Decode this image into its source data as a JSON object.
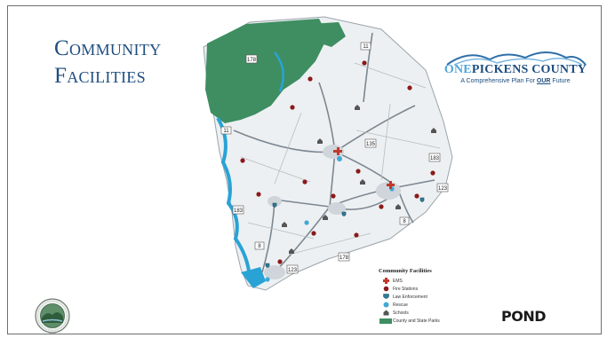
{
  "slide": {
    "title_line1": "Community",
    "title_line2": "Facilities"
  },
  "logo": {
    "name_one": "ONE",
    "name_rest": "PICKENS COUNTY",
    "tagline_start": "A Comprehensive Plan For ",
    "tagline_our": "OUR",
    "tagline_end": " Future"
  },
  "legend": {
    "title": "Community Facilities",
    "items": [
      {
        "label": "EMS",
        "icon": "ems-icon",
        "color": "#c0392b"
      },
      {
        "label": "Fire Stations",
        "icon": "fire-station-icon",
        "color": "#8b1a1a"
      },
      {
        "label": "Law Enforcement",
        "icon": "law-enforcement-icon",
        "color": "#2f7c99"
      },
      {
        "label": "Rescue",
        "icon": "rescue-icon",
        "color": "#41a8d6"
      },
      {
        "label": "Schools",
        "icon": "school-icon",
        "color": "#555555"
      },
      {
        "label": "County and State Parks",
        "icon": "park-swatch",
        "color": "#3e8e62"
      }
    ]
  },
  "routes": [
    "178",
    "11",
    "11",
    "135",
    "183",
    "123",
    "8",
    "183",
    "8",
    "123",
    "178"
  ],
  "brand": {
    "consultant": "POND"
  },
  "colors": {
    "title": "#1e4e80",
    "park": "#3e8e62",
    "water": "#29a3d6",
    "fire": "#8b1a1a"
  }
}
